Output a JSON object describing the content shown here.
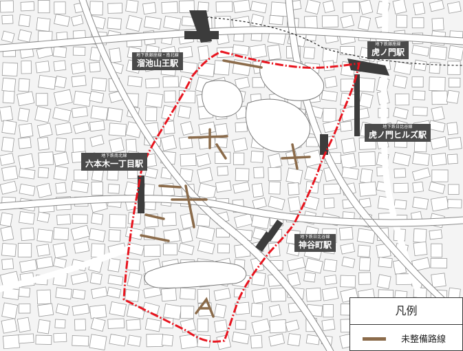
{
  "map": {
    "colors": {
      "background": "#f2f2f2",
      "block": "#ffffff",
      "road": "#d8d8d8",
      "route": "#e8141e",
      "unimproved": "#8b6b4a",
      "station": "#3c3c3c",
      "label_bg": "#4a4a4a"
    }
  },
  "stations": [
    {
      "id": "tameike-sanno",
      "line": "地下鉄銀座線・南北線",
      "name": "溜池山王駅"
    },
    {
      "id": "toranomon",
      "line": "地下鉄銀座線",
      "name": "虎ノ門駅"
    },
    {
      "id": "toranomon-hills",
      "line": "地下鉄日比谷線",
      "name": "虎ノ門ヒルズ駅"
    },
    {
      "id": "roppongi-itchome",
      "line": "地下鉄南北線",
      "name": "六本木一丁目駅"
    },
    {
      "id": "kamiyacho",
      "line": "地下鉄日比谷線",
      "name": "神谷町駅"
    }
  ],
  "legend": {
    "title": "凡例",
    "items": [
      {
        "label": "未整備路線",
        "color": "#8b6b4a"
      }
    ]
  }
}
